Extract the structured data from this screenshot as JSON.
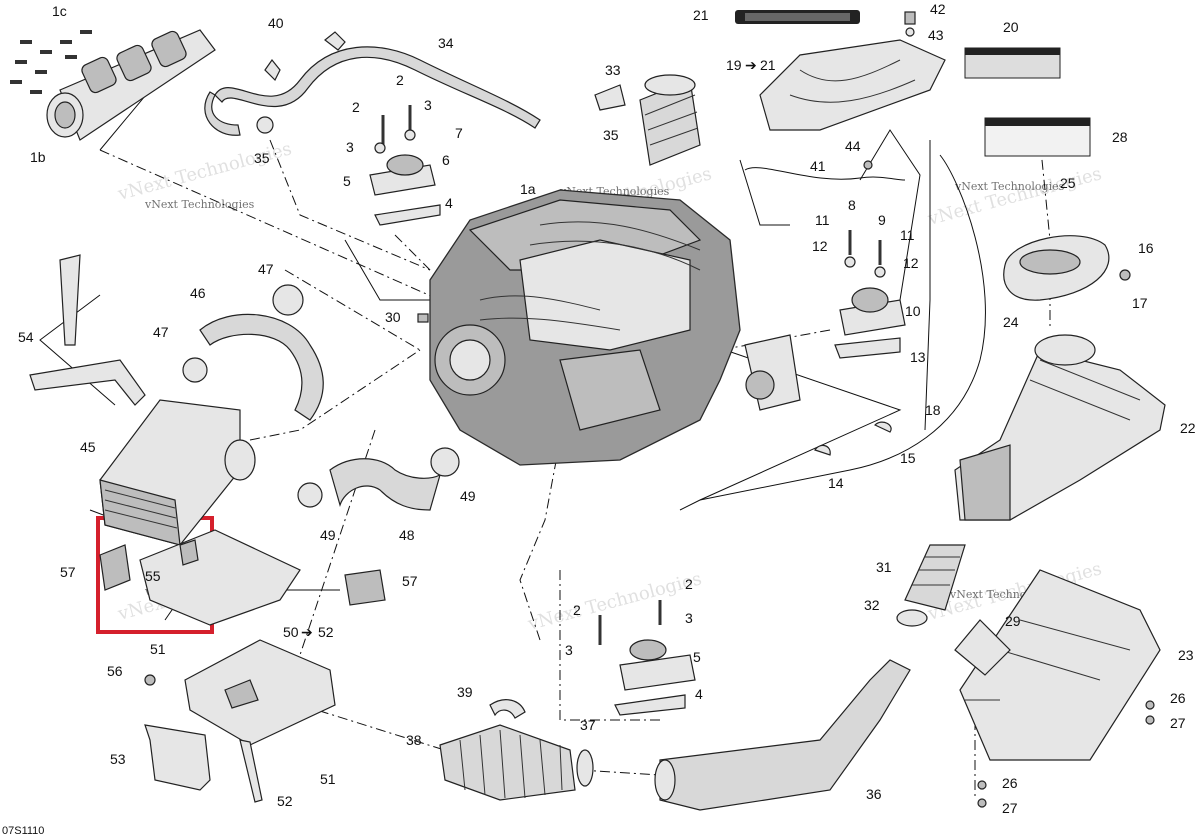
{
  "diagram": {
    "drawing_code": "07S1110",
    "watermark": "vNext Technologies",
    "labels": {
      "l1c": "1c",
      "l1b": "1b",
      "l1a": "1a",
      "l2a": "2",
      "l2b": "2",
      "l2c": "2",
      "l2d": "2",
      "l3a": "3",
      "l3b": "3",
      "l3c": "3",
      "l3d": "3",
      "l4a": "4",
      "l4b": "4",
      "l5a": "5",
      "l5b": "5",
      "l6": "6",
      "l7": "7",
      "l8": "8",
      "l9": "9",
      "l10": "10",
      "l11a": "11",
      "l11b": "11",
      "l12a": "12",
      "l12b": "12",
      "l13": "13",
      "l14": "14",
      "l15": "15",
      "l16": "16",
      "l17": "17",
      "l18": "18",
      "l19": "19",
      "l21b": "21",
      "l20": "20",
      "l21": "21",
      "l22": "22",
      "l23": "23",
      "l24": "24",
      "l25": "25",
      "l26a": "26",
      "l26b": "26",
      "l27a": "27",
      "l27b": "27",
      "l28": "28",
      "l29": "29",
      "l30": "30",
      "l31": "31",
      "l32": "32",
      "l33": "33",
      "l34": "34",
      "l35a": "35",
      "l35b": "35",
      "l36": "36",
      "l37": "37",
      "l38": "38",
      "l39": "39",
      "l40": "40",
      "l41": "41",
      "l42": "42",
      "l43": "43",
      "l44": "44",
      "l45": "45",
      "l46": "46",
      "l47a": "47",
      "l47b": "47",
      "l48": "48",
      "l49a": "49",
      "l49b": "49",
      "l50": "50",
      "l52b": "52",
      "l51a": "51",
      "l51b": "51",
      "l52": "52",
      "l53": "53",
      "l54": "54",
      "l55": "55",
      "l56": "56",
      "l57a": "57",
      "l57b": "57"
    },
    "highlight_color": "#d5202c"
  }
}
